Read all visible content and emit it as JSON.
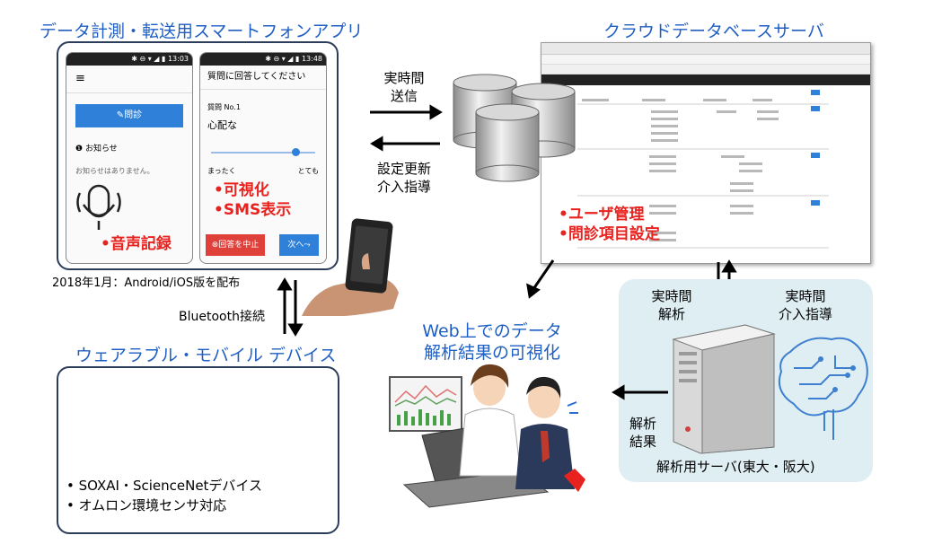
{
  "titles": {
    "app": "データ計測・転送用スマートフォンアプリ",
    "cloud": "クラウドデータベースサーバ",
    "wearable": "ウェアラブル・モバイル デバイス",
    "web_viz": [
      "Web上でのデータ",
      "解析結果の可視化"
    ]
  },
  "phone_left": {
    "time": "13:03",
    "button": "✎問診",
    "notice_head": "お知らせ",
    "notice_body": "お知らせはありません。",
    "feature": "•音声記録"
  },
  "phone_right": {
    "time": "13:48",
    "header": "質問に回答してください",
    "question_no": "質問 No.1",
    "question": "心配な",
    "scale_left": "まったく",
    "scale_right": "とても",
    "features": [
      "•可視化",
      "•SMS表示"
    ],
    "stop_button": "⊗回答を中止",
    "next_button": "次へ⤳"
  },
  "labels": {
    "release": "2018年1月：Android/iOS版を配布",
    "bluetooth": "Bluetooth接続",
    "realtime_send": [
      "実時間",
      "送信"
    ],
    "settings_update": [
      "設定更新",
      "介入指導"
    ],
    "realtime_analysis": [
      "実時間",
      "解析"
    ],
    "realtime_guidance": [
      "実時間",
      "介入指導"
    ],
    "analysis_result": [
      "解析",
      "結果"
    ],
    "analysis_server": "解析用サーバ(東大・阪大)"
  },
  "cloud_features": [
    "•ユーザ管理",
    "•問診項目設定"
  ],
  "wearable_items": [
    "• SOXAI・ScienceNetデバイス",
    "• オムロン環境センサ対応"
  ],
  "colors": {
    "title_blue": "#1f5fc4",
    "feature_red": "#e8231f",
    "phone_blue": "#2f80d8",
    "stop_red": "#e0403a",
    "server_panel": "#dfeef3"
  }
}
